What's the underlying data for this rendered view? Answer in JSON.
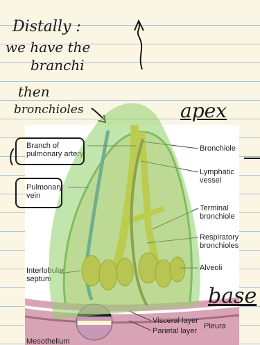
{
  "notes": {
    "line1": "Distally :",
    "line2": "we have the",
    "line3": "branchi",
    "line4": "then",
    "line5": "bronchioles",
    "apex": "apex",
    "base": "base"
  },
  "figure": {
    "labels": {
      "branch_pulmonary_artery_1": "Branch of",
      "branch_pulmonary_artery_2": "pulmonary artery",
      "pulmonary_vein_1": "Pulmonary",
      "pulmonary_vein_2": "vein",
      "interlobular_septum_1": "Interlobular",
      "interlobular_septum_2": "septum",
      "mesothelium": "Mesothelium",
      "bronchiole": "Bronchiole",
      "lymphatic_vessel_1": "Lymphatic",
      "lymphatic_vessel_2": "vessel",
      "terminal_bronchiole_1": "Terminal",
      "terminal_bronchiole_2": "bronchiole",
      "respiratory_bronchioles_1": "Respiratory",
      "respiratory_bronchioles_2": "bronchioles",
      "alveoli": "Alveoli",
      "visceral_layer": "Visceral layer",
      "parietal_layer": "Parietal layer",
      "pleura": "Pleura"
    }
  },
  "colors": {
    "highlight": "#8fd06a",
    "ink": "#1a1a1a",
    "bronchiole": "#f2c832",
    "artery": "#4a86b8",
    "lymph": "#8a6a2a"
  }
}
